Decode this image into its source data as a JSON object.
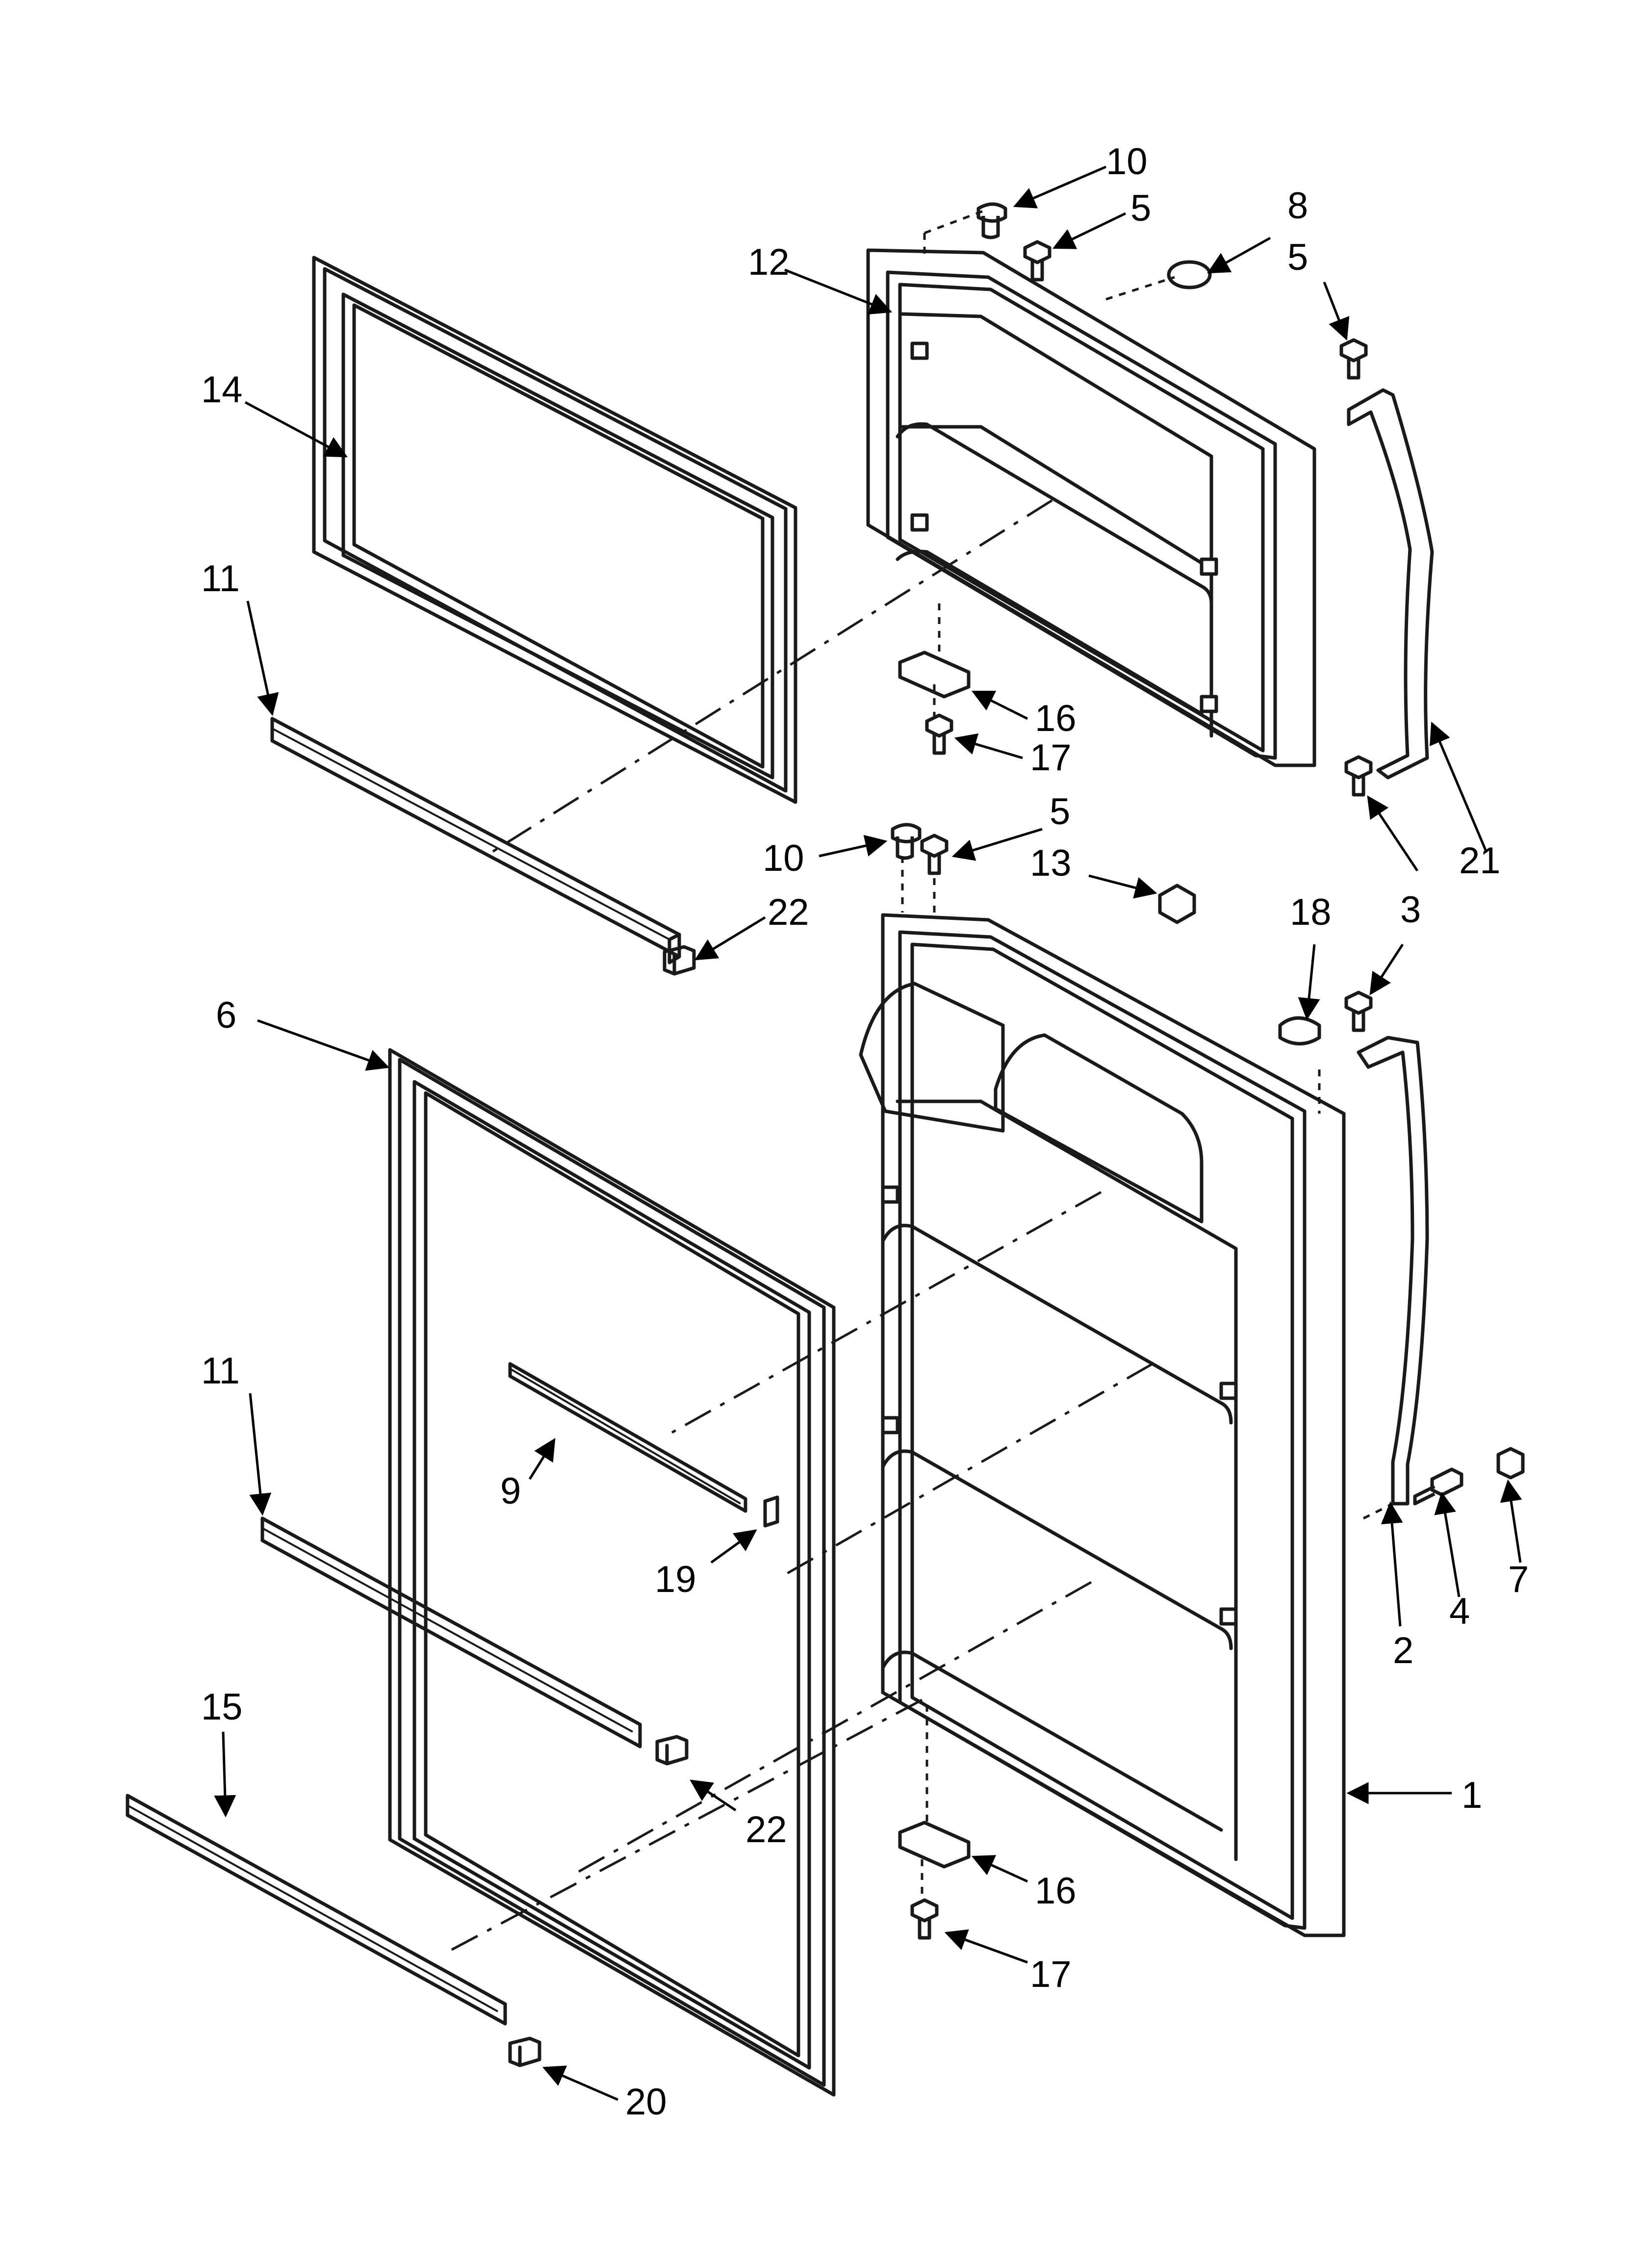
{
  "callouts": [
    {
      "id": "c10a",
      "label": "10"
    },
    {
      "id": "c5a",
      "label": "5"
    },
    {
      "id": "c8",
      "label": "8"
    },
    {
      "id": "c5b",
      "label": "5"
    },
    {
      "id": "c12",
      "label": "12"
    },
    {
      "id": "c14",
      "label": "14"
    },
    {
      "id": "c11a",
      "label": "11"
    },
    {
      "id": "c16a",
      "label": "16"
    },
    {
      "id": "c17a",
      "label": "17"
    },
    {
      "id": "c21",
      "label": "21"
    },
    {
      "id": "c10b",
      "label": "10"
    },
    {
      "id": "c5c",
      "label": "5"
    },
    {
      "id": "c13",
      "label": "13"
    },
    {
      "id": "c22a",
      "label": "22"
    },
    {
      "id": "c18",
      "label": "18"
    },
    {
      "id": "c3",
      "label": "3"
    },
    {
      "id": "c6",
      "label": "6"
    },
    {
      "id": "c11b",
      "label": "11"
    },
    {
      "id": "c9",
      "label": "9"
    },
    {
      "id": "c19",
      "label": "19"
    },
    {
      "id": "c2",
      "label": "2"
    },
    {
      "id": "c4",
      "label": "4"
    },
    {
      "id": "c7",
      "label": "7"
    },
    {
      "id": "c1",
      "label": "1"
    },
    {
      "id": "c15",
      "label": "15"
    },
    {
      "id": "c22b",
      "label": "22"
    },
    {
      "id": "c16b",
      "label": "16"
    },
    {
      "id": "c17b",
      "label": "17"
    },
    {
      "id": "c20",
      "label": "20"
    }
  ]
}
